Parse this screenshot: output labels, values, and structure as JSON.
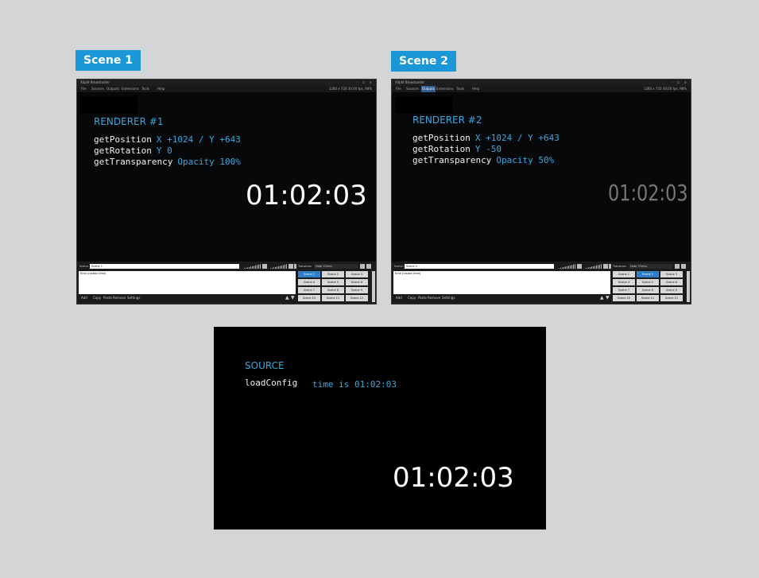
{
  "scenes": [
    {
      "label": "Scene 1",
      "app_title": "XSplit Broadcaster",
      "window_controls": "- ☐ ×",
      "menu": [
        "File",
        "Sources",
        "Outputs",
        "Extensions",
        "Tools",
        "Help"
      ],
      "status": "1280 x 720 30.00 fps, 98%",
      "renderer_title": "RENDERER #1",
      "props": [
        {
          "name": "getPosition",
          "value": "X +1024 / Y +643"
        },
        {
          "name": "getRotation",
          "value": "Y 0"
        },
        {
          "name": "getTransparency",
          "value": "Opacity 100%"
        }
      ],
      "clock": "01:02:03",
      "scene_label": "Scene:",
      "scene_name": "Scene 1",
      "source_item": "time (rosbox time)",
      "bottom_buttons": [
        "Add",
        "Copy",
        "Paste",
        "Remove",
        "Settings"
      ],
      "transition_label": "Transition",
      "transition_value": "Fade 700ms",
      "scene_buttons": [
        "Scene 1",
        "Scene 2",
        "Scene 3",
        "Scene 4",
        "Scene 5",
        "Scene 6",
        "Scene 7",
        "Scene 8",
        "Scene 9",
        "Scene 10",
        "Scene 11",
        "Scene 12"
      ],
      "active_scene": 0
    },
    {
      "label": "Scene 2",
      "app_title": "XSplit Broadcaster",
      "window_controls": "- ☐ ×",
      "menu": [
        "File",
        "Sources",
        "Outputs",
        "Extensions",
        "Tools",
        "Help"
      ],
      "status": "1280 x 720 30.00 fps, 98%",
      "renderer_title": "RENDERER #2",
      "props": [
        {
          "name": "getPosition",
          "value": "X +1024 / Y +643"
        },
        {
          "name": "getRotation",
          "value": "Y -50"
        },
        {
          "name": "getTransparency",
          "value": "Opacity 50%"
        }
      ],
      "clock": "01:02:03",
      "scene_label": "Scene:",
      "scene_name": "Scene 2",
      "source_item": "time (rosbox time)",
      "bottom_buttons": [
        "Add",
        "Copy",
        "Paste",
        "Remove",
        "Settings"
      ],
      "transition_label": "Transition",
      "transition_value": "Fade 700ms",
      "scene_buttons": [
        "Scene 1",
        "Scene 2",
        "Scene 3",
        "Scene 4",
        "Scene 5",
        "Scene 6",
        "Scene 7",
        "Scene 8",
        "Scene 9",
        "Scene 10",
        "Scene 11",
        "Scene 12"
      ],
      "active_scene": 1
    }
  ],
  "source": {
    "title": "SOURCE",
    "call": "loadConfig",
    "time_text": "time is 01:02:03",
    "clock": "01:02:03"
  },
  "colors": {
    "label_bg": "#1b96d6",
    "accent_text": "#3aa8e0",
    "page_bg": "#d4d5d6"
  }
}
